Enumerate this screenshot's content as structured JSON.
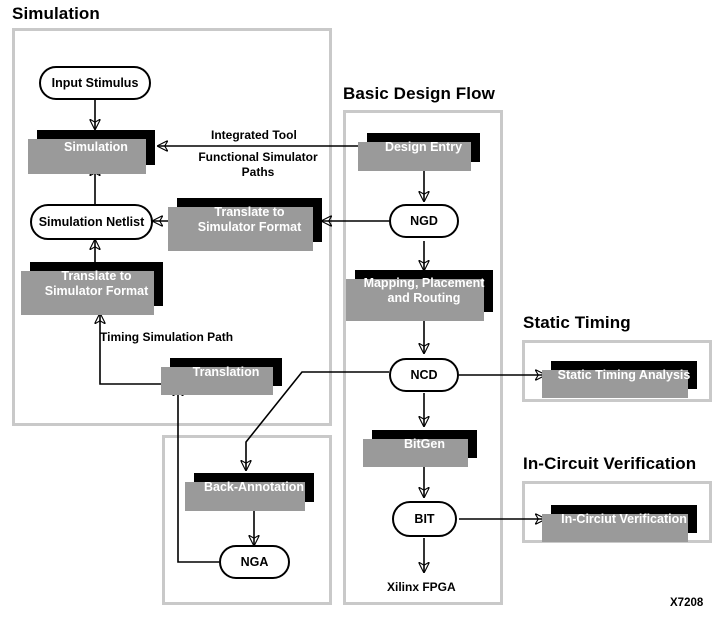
{
  "figure": {
    "code": "X7208",
    "accent_black": "#000000",
    "shadow_gray": "#9a9a9a",
    "frame_gray": "#c9c9c9"
  },
  "groups": [
    {
      "id": "simulation",
      "title": "Simulation"
    },
    {
      "id": "basic-design-flow",
      "title": "Basic Design Flow"
    },
    {
      "id": "static-timing",
      "title": "Static Timing"
    },
    {
      "id": "in-circuit",
      "title": "In-Circuit Verification"
    },
    {
      "id": "back-annotation",
      "title": ""
    }
  ],
  "nodes": {
    "input_stimulus": {
      "label": "Input Stimulus",
      "shape": "terminator"
    },
    "simulation": {
      "label": "Simulation",
      "shape": "process"
    },
    "simulation_netlist": {
      "label": "Simulation Netlist",
      "shape": "terminator"
    },
    "translate_right": {
      "label": "Translate to\nSimulator Format",
      "line1": "Translate to",
      "line2": "Simulator Format",
      "shape": "process"
    },
    "translate_left": {
      "label": "Translate to\nSimulator Format",
      "line1": "Translate to",
      "line2": "Simulator Format",
      "shape": "process"
    },
    "translation": {
      "label": "Translation",
      "shape": "process"
    },
    "back_annotation": {
      "label": "Back-Annotation",
      "shape": "process"
    },
    "nga": {
      "label": "NGA",
      "shape": "terminator"
    },
    "design_entry": {
      "label": "Design Entry",
      "shape": "process"
    },
    "ngd": {
      "label": "NGD",
      "shape": "terminator"
    },
    "mapping": {
      "label": "Mapping, Placement\nand Routing",
      "line1": "Mapping, Placement",
      "line2": "and Routing",
      "shape": "process"
    },
    "ncd": {
      "label": "NCD",
      "shape": "terminator"
    },
    "bitgen": {
      "label": "BitGen",
      "shape": "process"
    },
    "bit": {
      "label": "BIT",
      "shape": "terminator"
    },
    "static_timing_analysis": {
      "label": "Static Timing Analysis",
      "shape": "process"
    },
    "in_circuit_verification": {
      "label": "In-Circiut Verification",
      "shape": "process"
    }
  },
  "labels": {
    "integrated_tool": "Integrated Tool",
    "functional_simulator_paths": "Functional Simulator\nPaths",
    "functional_line1": "Functional Simulator",
    "functional_line2": "Paths",
    "timing_simulation_path": "Timing Simulation Path",
    "xilinx_fpga": "Xilinx FPGA"
  }
}
